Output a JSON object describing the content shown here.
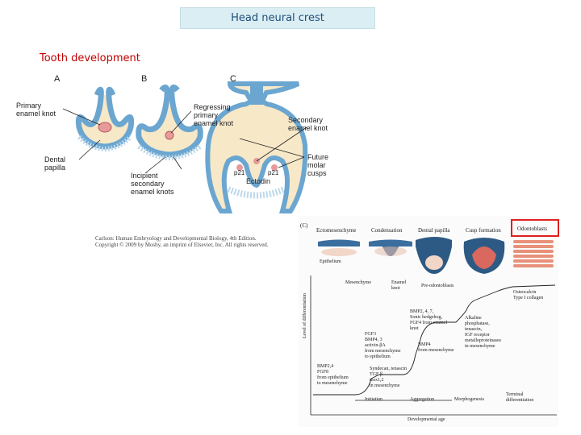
{
  "header": {
    "title": "Head neural crest"
  },
  "section": {
    "title": "Tooth development"
  },
  "panels": {
    "letters": [
      "A",
      "B",
      "C"
    ],
    "labels": {
      "primary_knot": "Primary\nenamel knot",
      "dental_papilla": "Dental\npapilla",
      "regressing": "Regressing\nprimary\nenamel knot",
      "incipient": "Incipient\nsecondary\nenamel knots",
      "secondary_knot": "Secondary\nenamel knot",
      "future_cusps": "Future\nmolar\ncusps",
      "ectodin": "Ectodin",
      "p21_left": "p21",
      "p21_right": "p21"
    },
    "caption": "Carlson: Human Embryology and Developmental Biology, 4th Edition.\nCopyright © 2009 by Mosby, an imprint of Elsevier, Inc. All rights reserved."
  },
  "figure_c": {
    "label": "(C)",
    "stages_top": [
      "Ectomesenchyme",
      "Condensation",
      "Dental papilla",
      "Cusp formation",
      "Odontoblasts"
    ],
    "sub_labels": {
      "epithelium": "Epithelium",
      "mesenchyme": "Mesenchyme",
      "enamel_knot": "Enamel\nknot",
      "preodontoblasts": "Pre-odontoblasts"
    },
    "y_axis": "Level of differentiation",
    "x_axis": "Developmental age",
    "x_stages": [
      "Initiation",
      "Aggregation",
      "Morphogenesis",
      "Terminal\ndifferentiation"
    ],
    "notes": {
      "osteocalcin": "Osteocalcin\nType I collagen",
      "bmp2": "BMP2, 4, 7,\nSonic hedgehog,\nFGF4 from enamel\nknot",
      "alkaline": "Alkaline\nphosphatase,\ntenascin,\nIGF receptor\nmetalloproteinases\nin mesenchyme",
      "fgf3": "FGF3\nBMP4, 3\nactivin-βA\nfrom mesenchyme\nto epithelium",
      "bmp4": "BMP4\nfrom mesenchyme",
      "syndecan": "Syndecan, tenascin\nTGF β\nmsx1,2\nin mesenchyme",
      "bmp24": "BMP2,4\nFGF8\nfrom epithelium\nto mesenchyme"
    },
    "highlight_color": "#e02020"
  }
}
